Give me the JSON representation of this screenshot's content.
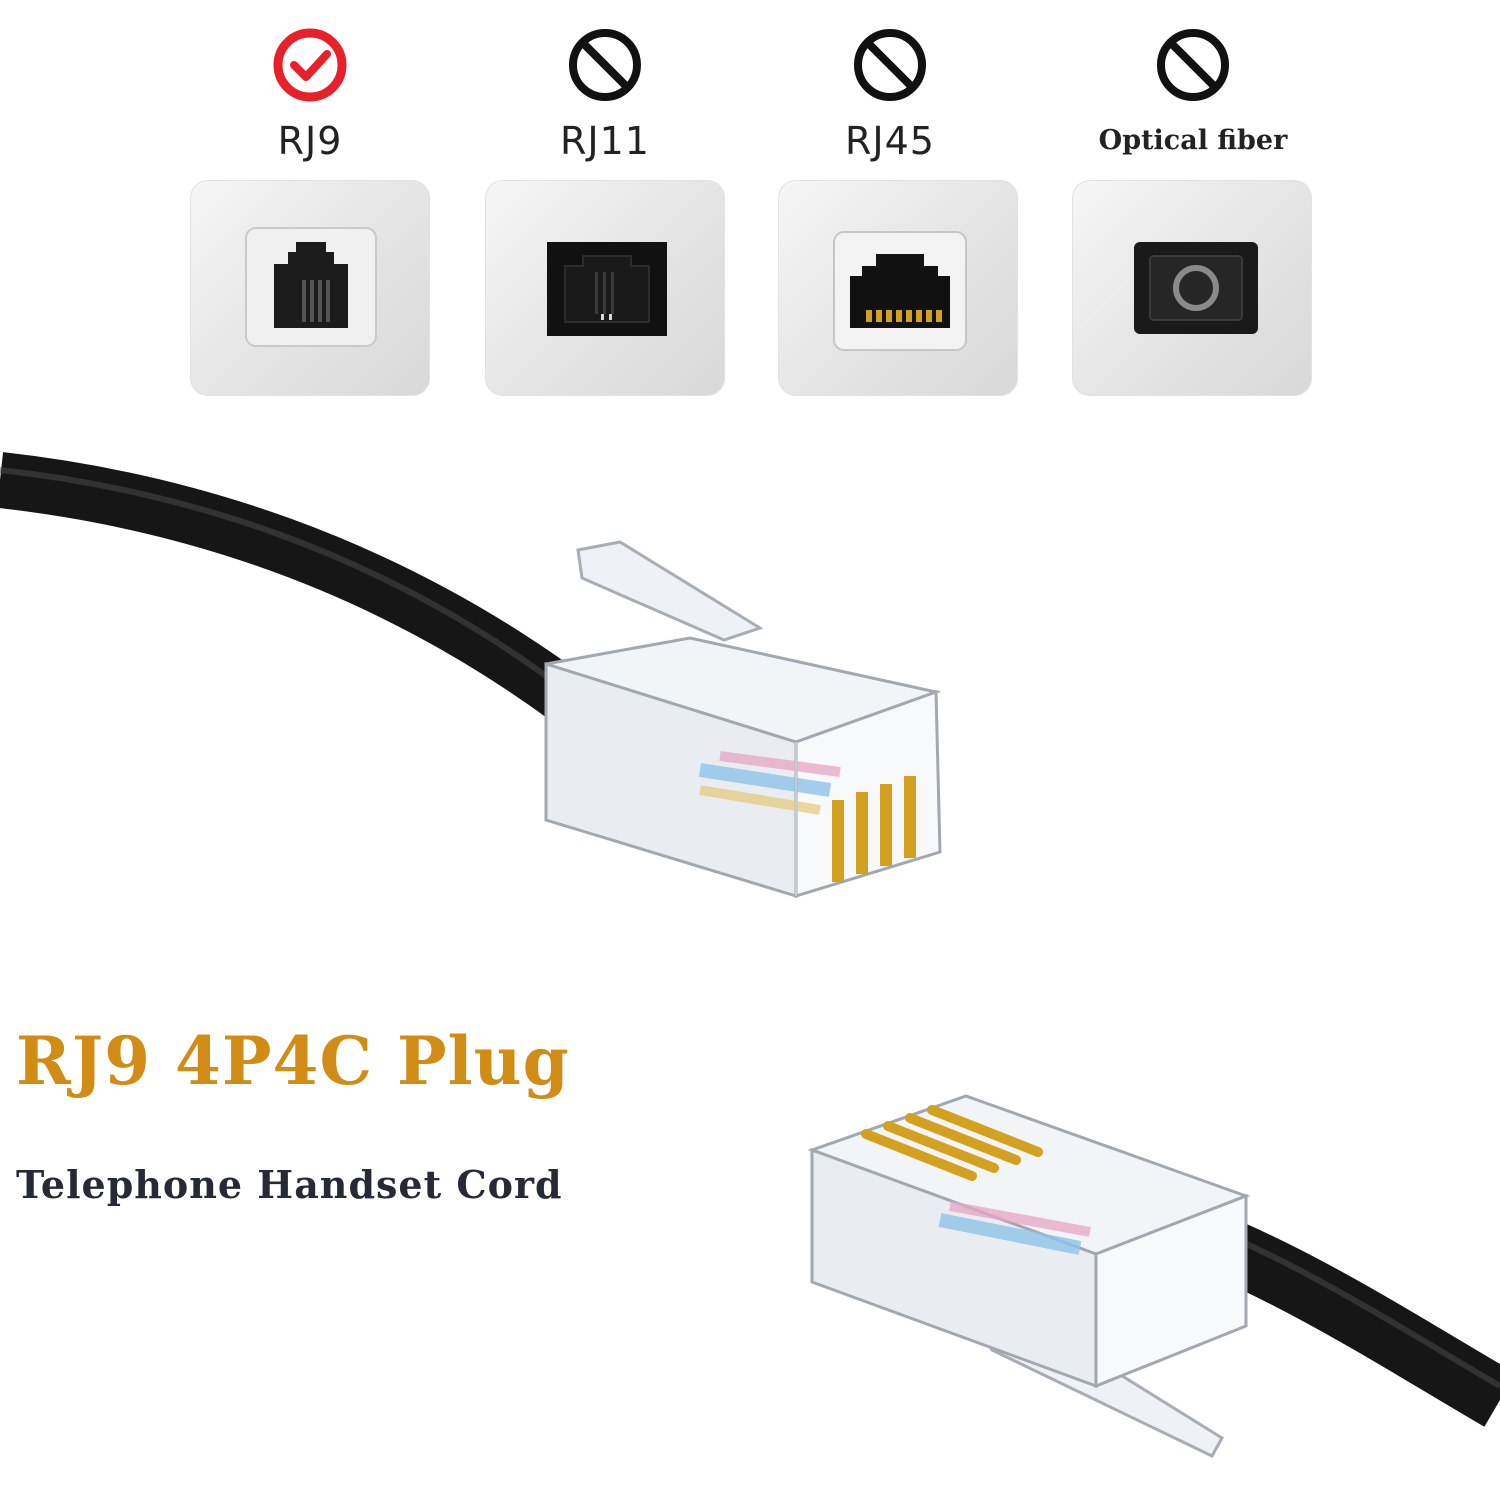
{
  "ports": [
    {
      "label": "RJ9",
      "status": "compatible",
      "status_icon": "check-circle-icon",
      "socket_icon": "rj9-socket-icon"
    },
    {
      "label": "RJ11",
      "status": "not-compatible",
      "status_icon": "prohibited-icon",
      "socket_icon": "rj11-socket-icon"
    },
    {
      "label": "RJ45",
      "status": "not-compatible",
      "status_icon": "prohibited-icon",
      "socket_icon": "rj45-socket-icon"
    },
    {
      "label": "Optical fiber",
      "status": "not-compatible",
      "status_icon": "prohibited-icon",
      "socket_icon": "optical-fiber-socket-icon"
    }
  ],
  "product": {
    "title": "RJ9 4P4C Plug",
    "subtitle": "Telephone Handset Cord"
  },
  "colors": {
    "check_red": "#e8202a",
    "prohibited_black": "#111111",
    "title_gold": "#d08c14",
    "subtitle_navy": "#252a36",
    "cable_black": "#1a1a1a",
    "contact_gold": "#d4a020"
  }
}
